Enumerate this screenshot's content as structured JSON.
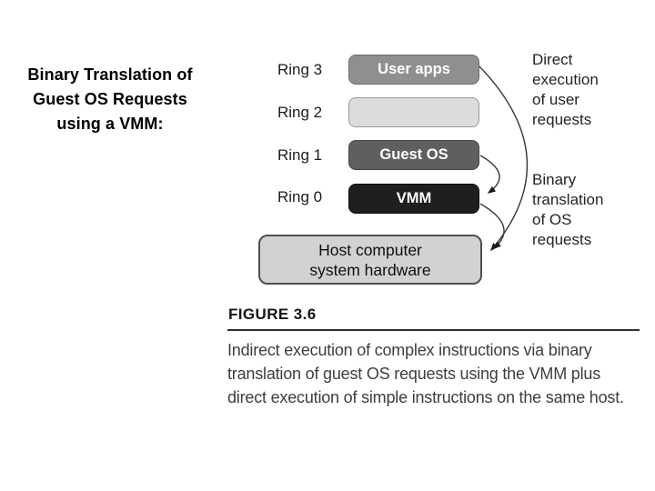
{
  "slide": {
    "background_color": "#ffffff",
    "title_lines": [
      "Binary Translation of",
      "Guest OS Requests",
      "using a VMM:"
    ]
  },
  "diagram": {
    "rings": [
      {
        "label": "Ring 3",
        "box_text": "User apps",
        "box_fill": "#8f8f8f",
        "box_border": "#6e6e6e",
        "box_text_color": "#ffffff"
      },
      {
        "label": "Ring 2",
        "box_text": "",
        "box_fill": "#dcdcdc",
        "box_border": "#999999",
        "box_text_color": ""
      },
      {
        "label": "Ring 1",
        "box_text": "Guest OS",
        "box_fill": "#5f5f5f",
        "box_border": "#474747",
        "box_text_color": "#ffffff"
      },
      {
        "label": "Ring 0",
        "box_text": "VMM",
        "box_fill": "#1f1f1f",
        "box_border": "#0d0d0d",
        "box_text_color": "#ffffff"
      }
    ],
    "hardware_box": {
      "lines": [
        "Host computer",
        "system hardware"
      ],
      "fill": "#d2d2d2",
      "border": "#4f4f4f",
      "text_color": "#0f0f0f"
    },
    "annotations": {
      "direct": {
        "lines": [
          "Direct",
          "execution",
          "of user",
          "requests"
        ]
      },
      "binary": {
        "lines": [
          "Binary",
          "translation",
          "of OS",
          "requests"
        ]
      }
    },
    "arrow_color": "#1a1a1a"
  },
  "figure": {
    "label": "FIGURE 3.6",
    "caption_lines": [
      "Indirect execution of complex instructions via binary",
      "translation of guest OS requests using the VMM plus",
      "direct execution of simple instructions on the same host."
    ]
  }
}
